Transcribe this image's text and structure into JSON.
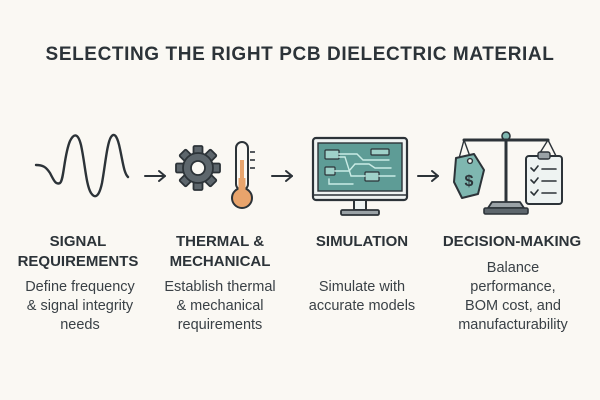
{
  "title": "SELECTING THE RIGHT PCB DIELECTRIC MATERIAL",
  "steps": [
    {
      "title": "SIGNAL\nREQUIREMENTS",
      "description": "Define frequency\n& signal integrity\nneeds",
      "icon": "sine-wave-icon"
    },
    {
      "title": "THERMAL &\nMECHANICAL",
      "description": "Establish thermal\n& mechanical\nrequirements",
      "icon": "gear-thermometer-icon"
    },
    {
      "title": "SIMULATION",
      "description": "Simulate with\naccurate models",
      "icon": "monitor-circuit-icon"
    },
    {
      "title": "DECISION-MAKING",
      "description": "Balance\nperformance,\nBOM cost, and\nmanufacturability",
      "icon": "scale-price-checklist-icon"
    }
  ],
  "colors": {
    "background": "#faf8f3",
    "ink": "#2c3338",
    "accent_teal": "#7fb7b0",
    "screen_teal": "#5e9c96",
    "orange": "#e8a46c"
  }
}
